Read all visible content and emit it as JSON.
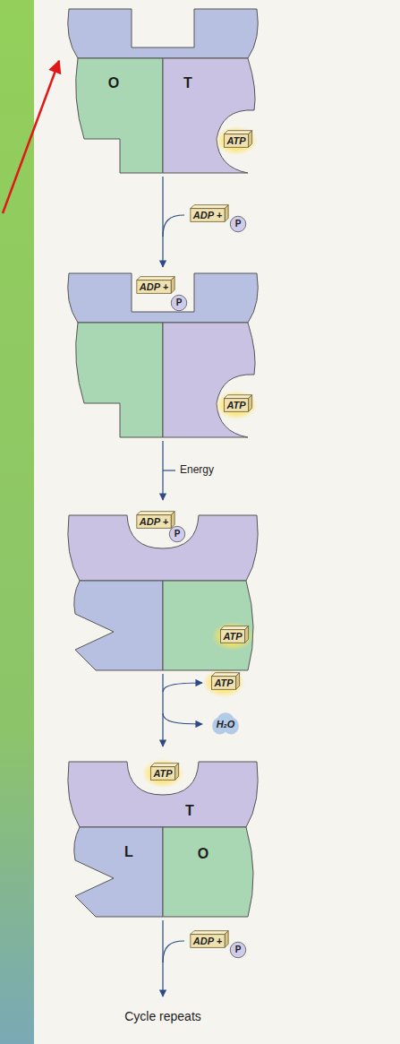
{
  "diagram": {
    "nodes": [
      {
        "text": [
          "O",
          "T",
          "ATP"
        ]
      },
      {
        "text": [
          "ADP +",
          "P",
          "ATP"
        ]
      },
      {
        "text": [
          "ADP +",
          "P",
          "ATP"
        ]
      },
      {
        "text": [
          "ATP",
          "T",
          "L",
          "O"
        ]
      }
    ],
    "edges": [
      {
        "from": 0,
        "to": 1,
        "arrow": "to"
      },
      {
        "from": 1,
        "to": 2,
        "label": "Energy",
        "arrow": "to"
      },
      {
        "from": 2,
        "to": 3,
        "arrow": "to"
      }
    ],
    "labels": [
      "ADP +",
      "P",
      "ATP",
      "H₂O",
      "ADP +",
      "P",
      "Cycle repeats"
    ]
  }
}
